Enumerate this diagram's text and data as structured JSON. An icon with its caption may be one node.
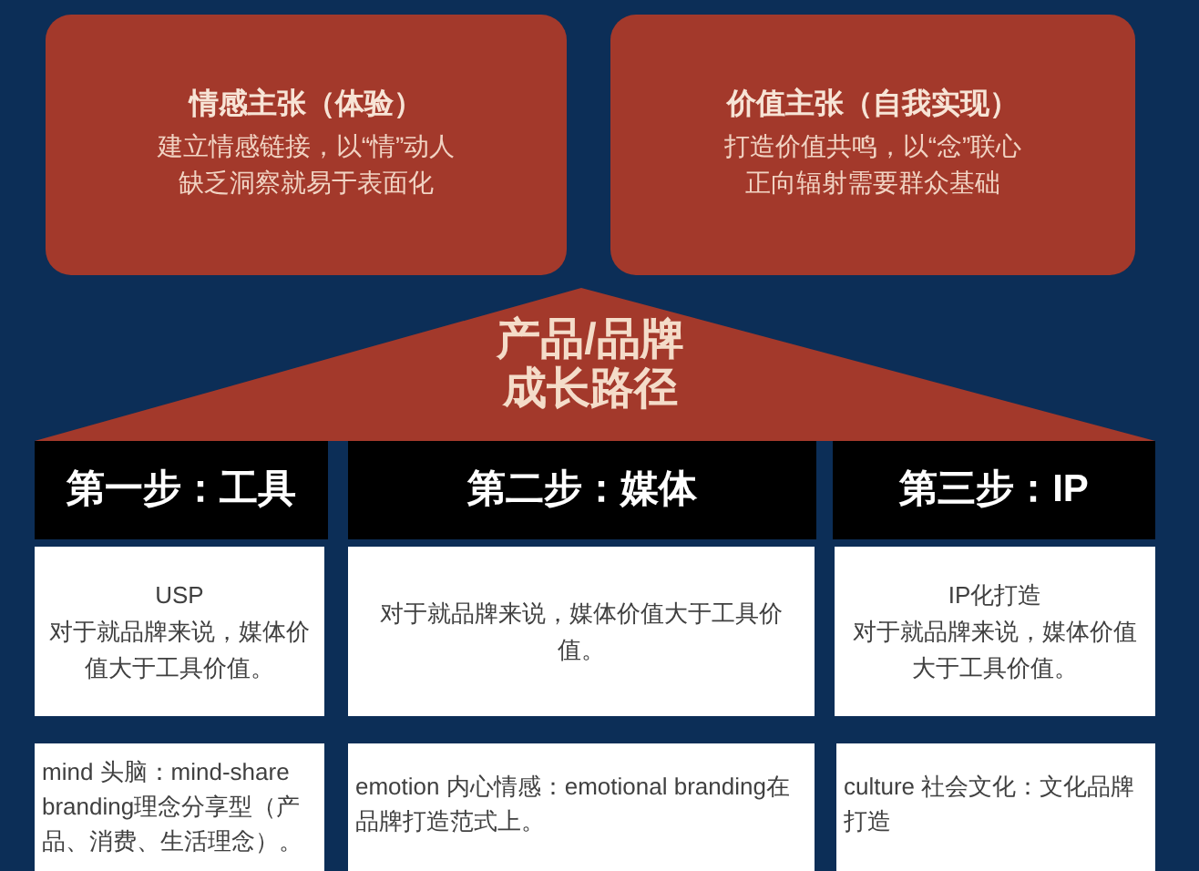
{
  "diagram": {
    "nodes": [
      {
        "text": [
          "情感主张（体验）",
          "建立情感链接，以“情”动人",
          "缺乏洞察就易于表面化"
        ]
      },
      {
        "text": [
          "价值主张（自我实现）",
          "打造价值共鸣，以“念”联心",
          "正向辐射需要群众基础"
        ]
      },
      {
        "text": [
          "产品/品牌成长路径"
        ]
      },
      {
        "text": [
          "第一步：工具"
        ]
      },
      {
        "text": [
          "第二步：媒体"
        ]
      },
      {
        "text": [
          "第三步：IP"
        ]
      },
      {
        "text": [
          "USP",
          "对于就品牌来说，媒体价值大于工具价值。"
        ]
      },
      {
        "text": [
          "对于就品牌来说，媒体价值大于工具价值。"
        ]
      },
      {
        "text": [
          "IP化打造",
          "对于就品牌来说，媒体价值大于工具价值。"
        ]
      },
      {
        "text": [
          "mind 头脑：mind-share branding理念分享型（产品、消费、生活理念）。"
        ]
      },
      {
        "text": [
          "emotion 内心情感：emotional branding在品牌打造范式上。"
        ]
      },
      {
        "text": [
          "culture 社会文化：文化品牌打造"
        ]
      }
    ]
  }
}
